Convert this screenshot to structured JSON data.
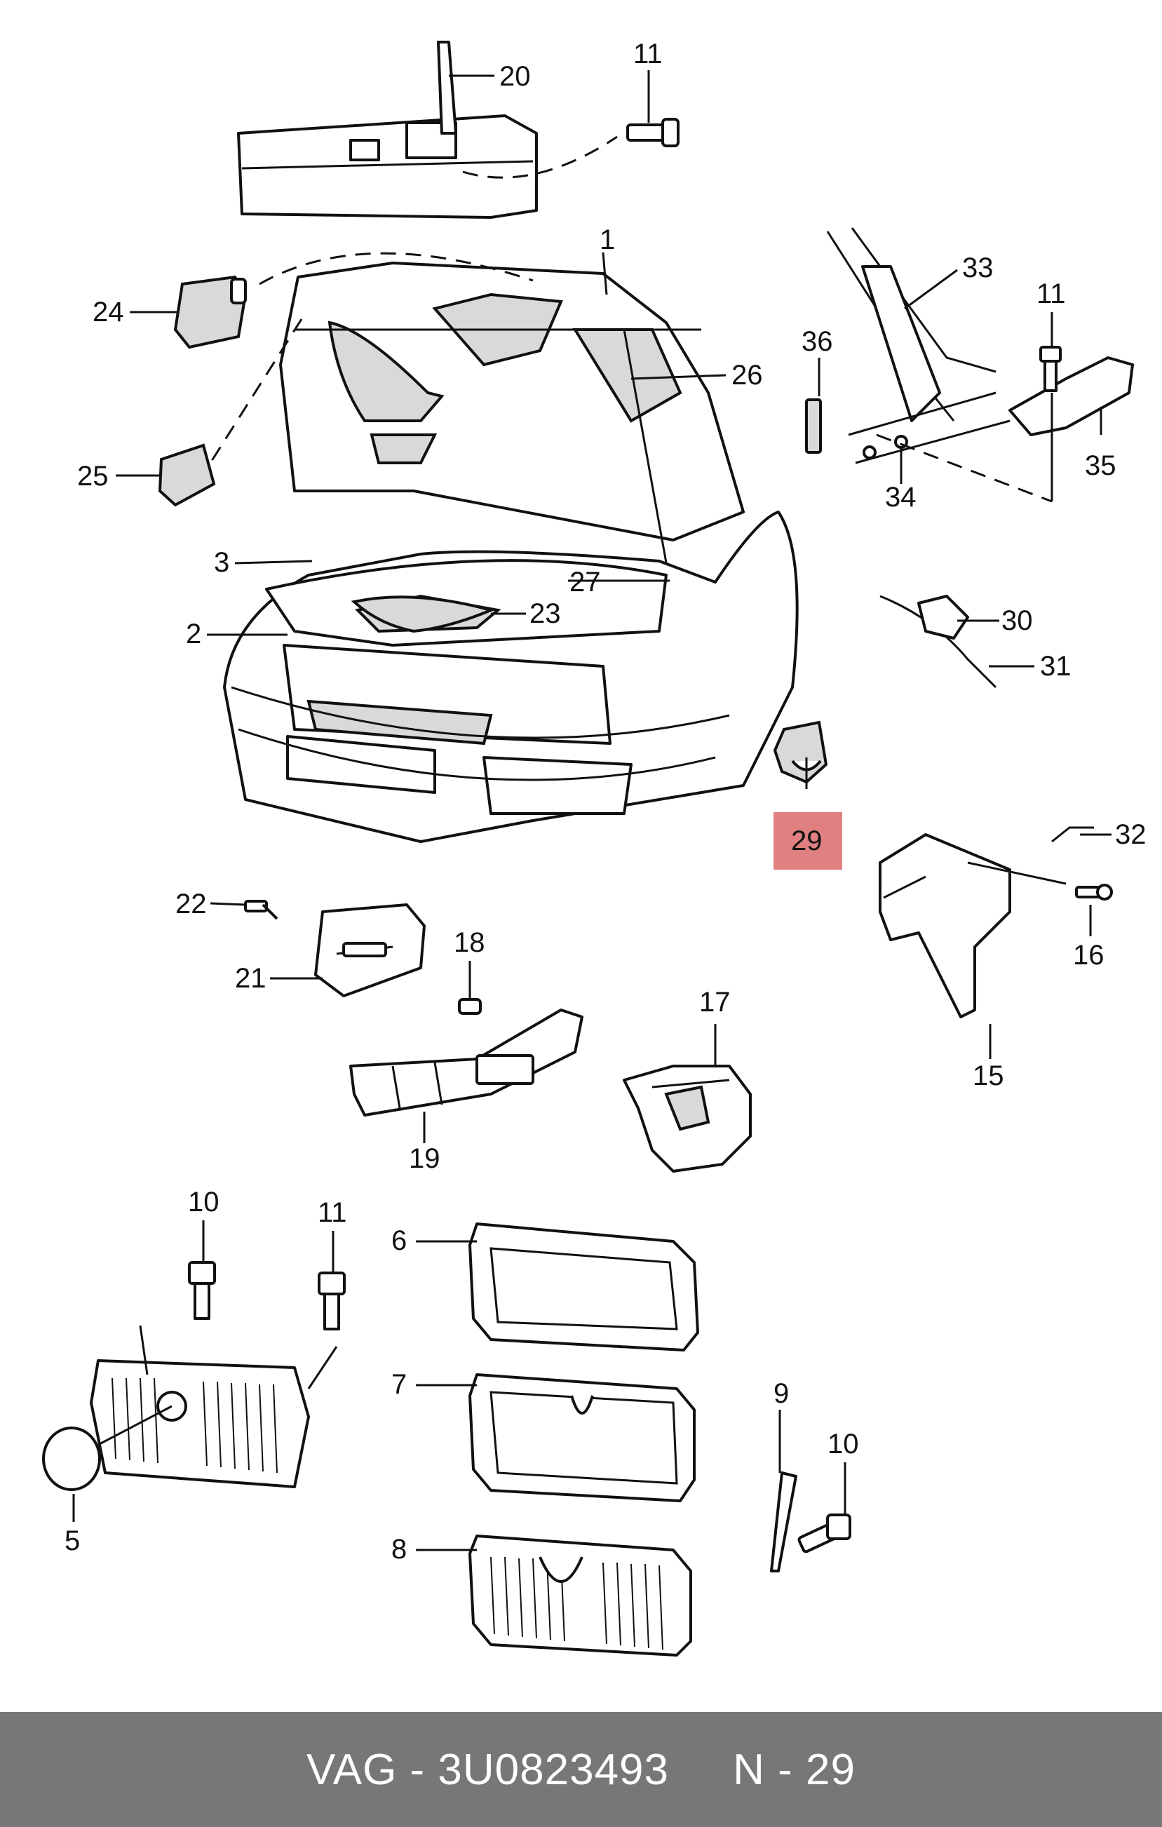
{
  "callouts": [
    {
      "id": "1",
      "label": "1"
    },
    {
      "id": "2",
      "label": "2"
    },
    {
      "id": "3",
      "label": "3"
    },
    {
      "id": "5",
      "label": "5"
    },
    {
      "id": "6",
      "label": "6"
    },
    {
      "id": "7",
      "label": "7"
    },
    {
      "id": "8",
      "label": "8"
    },
    {
      "id": "9",
      "label": "9"
    },
    {
      "id": "10a",
      "label": "10"
    },
    {
      "id": "10b",
      "label": "10"
    },
    {
      "id": "11a",
      "label": "11"
    },
    {
      "id": "11b",
      "label": "11"
    },
    {
      "id": "11c",
      "label": "11"
    },
    {
      "id": "15",
      "label": "15"
    },
    {
      "id": "16",
      "label": "16"
    },
    {
      "id": "17",
      "label": "17"
    },
    {
      "id": "18",
      "label": "18"
    },
    {
      "id": "19",
      "label": "19"
    },
    {
      "id": "20",
      "label": "20"
    },
    {
      "id": "21",
      "label": "21"
    },
    {
      "id": "22",
      "label": "22"
    },
    {
      "id": "23",
      "label": "23"
    },
    {
      "id": "24",
      "label": "24"
    },
    {
      "id": "25",
      "label": "25"
    },
    {
      "id": "26",
      "label": "26"
    },
    {
      "id": "27",
      "label": "27"
    },
    {
      "id": "29",
      "label": "29"
    },
    {
      "id": "30",
      "label": "30"
    },
    {
      "id": "31",
      "label": "31"
    },
    {
      "id": "32",
      "label": "32"
    },
    {
      "id": "33",
      "label": "33"
    },
    {
      "id": "34",
      "label": "34"
    },
    {
      "id": "35",
      "label": "35"
    },
    {
      "id": "36",
      "label": "36"
    }
  ],
  "highlight": {
    "label": "29",
    "color": "#e08080"
  },
  "footer": {
    "brand_part": "VAG - 3U0823493",
    "position": "N - 29",
    "background": "#777777",
    "text_color": "#ffffff"
  }
}
